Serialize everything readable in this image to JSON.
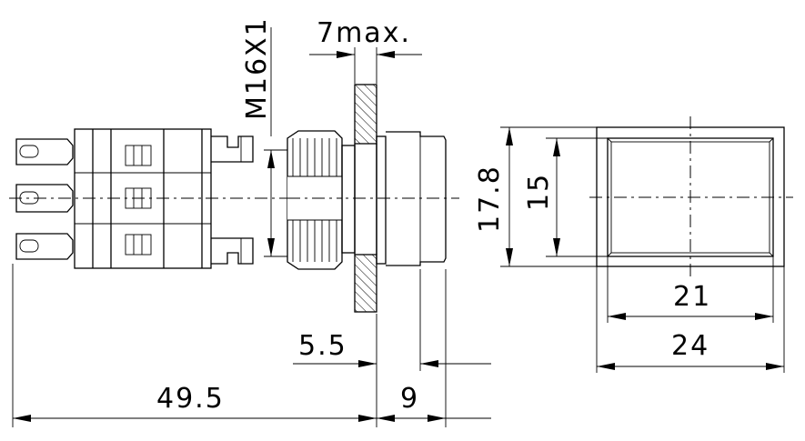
{
  "labels": {
    "thread": "M16X1",
    "max_thickness": "7max.",
    "dim_17_8": "17.8",
    "dim_15": "15",
    "dim_21": "21",
    "dim_24": "24",
    "dim_5_5": "5.5",
    "dim_49_5": "49.5",
    "dim_9": "9"
  }
}
